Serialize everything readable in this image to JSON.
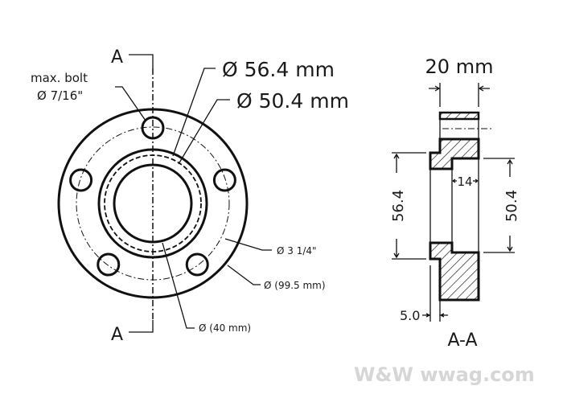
{
  "drawing": {
    "front_view": {
      "section_marker_top": "A",
      "section_marker_bottom": "A",
      "bolt_label_line1": "max. bolt",
      "bolt_label_line2": "Ø 7/16\"",
      "outer_ring_dia": "Ø 56.4 mm",
      "inner_ring_dia": "Ø 50.4 mm",
      "bolt_circle_dia": "Ø 3 1/4\"",
      "outer_dia": "Ø (99.5 mm)",
      "bore_dia": "Ø (40 mm)"
    },
    "section_view": {
      "width_dim": "20 mm",
      "left_height_dim": "56.4",
      "right_height_dim": "50.4",
      "depth_dim": "14",
      "step_dim": "5.0",
      "title": "A-A"
    },
    "watermark": "W&W wwag.com"
  }
}
